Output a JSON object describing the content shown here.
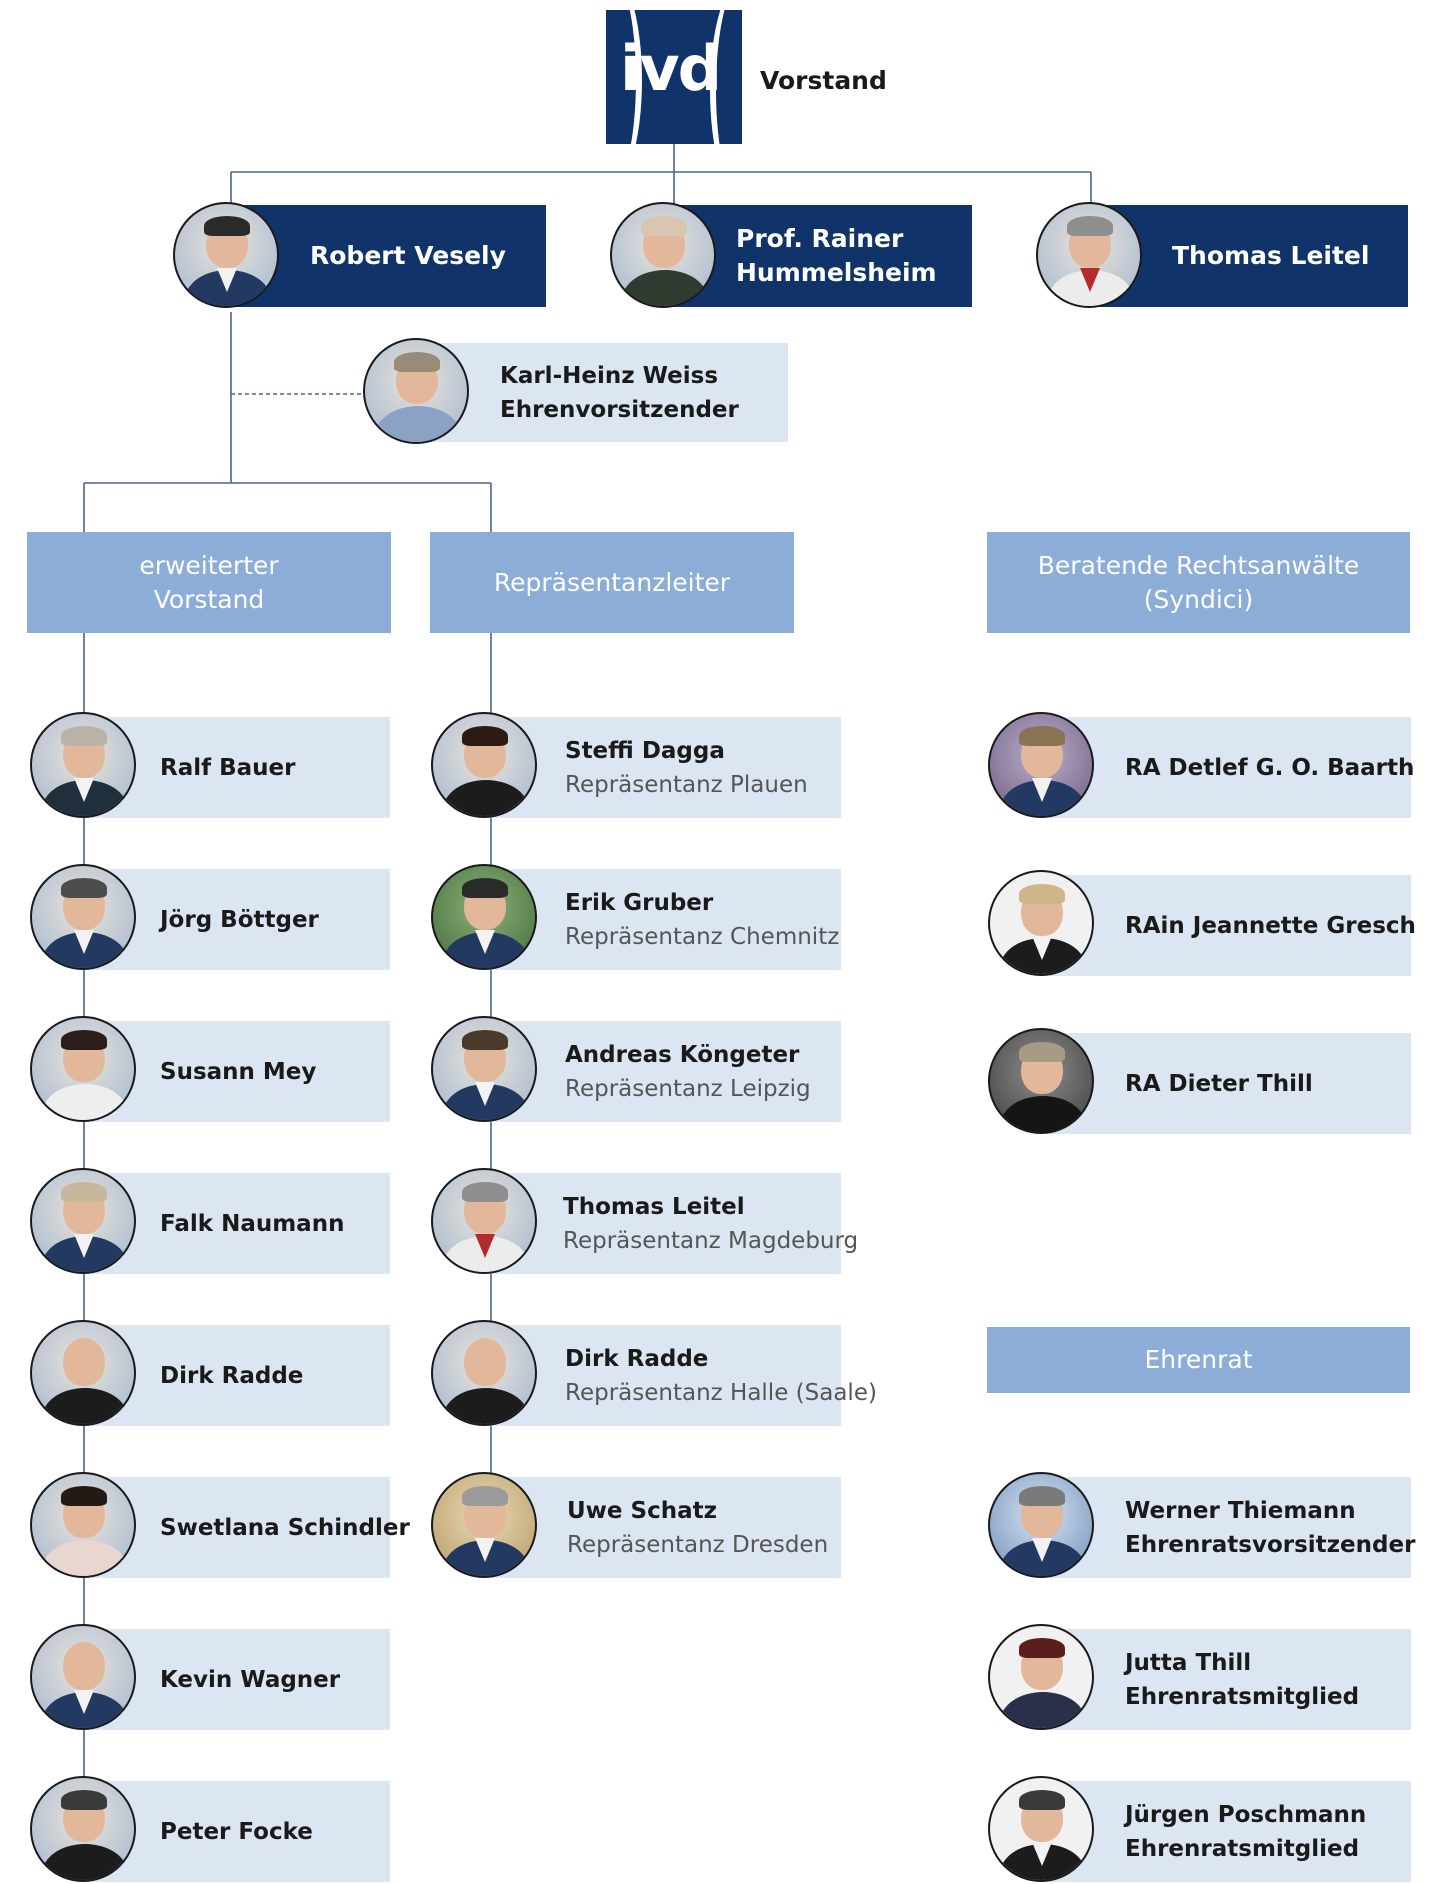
{
  "title": "Vorstand",
  "logo_text": "ivd",
  "colors": {
    "navy": "#10346a",
    "header_blue": "#8dadd9",
    "light_bar": "#dce6f3",
    "line": "#4a6590"
  },
  "board": [
    {
      "name": "Robert Vesely"
    },
    {
      "name_line1": "Prof. Rainer",
      "name_line2": "Hummelsheim"
    },
    {
      "name": "Thomas Leitel"
    }
  ],
  "honorary_chair": {
    "name": "Karl-Heinz Weiss",
    "role": "Ehrenvorsitzender"
  },
  "columns": {
    "erweiterter": {
      "header_line1": "erweiterter",
      "header_line2": "Vorstand"
    },
    "repraesentanz": {
      "header": "Repräsentanzleiter"
    },
    "syndici": {
      "header_line1": "Beratende Rechtsanwälte",
      "header_line2": "(Syndici)"
    },
    "ehrenrat": {
      "header": "Ehrenrat"
    }
  },
  "extended_board": [
    {
      "name": "Ralf Bauer"
    },
    {
      "name": "Jörg Böttger"
    },
    {
      "name": "Susann Mey"
    },
    {
      "name": "Falk Naumann"
    },
    {
      "name": "Dirk Radde"
    },
    {
      "name": "Swetlana Schindler"
    },
    {
      "name": "Kevin Wagner"
    },
    {
      "name": "Peter Focke"
    }
  ],
  "representatives": [
    {
      "name": "Steffi Dagga",
      "office": "Repräsentanz Plauen"
    },
    {
      "name": "Erik Gruber",
      "office": "Repräsentanz Chemnitz"
    },
    {
      "name": "Andreas Köngeter",
      "office": "Repräsentanz Leipzig"
    },
    {
      "name": "Thomas Leitel",
      "office": "Repräsentanz Magdeburg"
    },
    {
      "name": "Dirk Radde",
      "office": "Repräsentanz Halle (Saale)"
    },
    {
      "name": "Uwe Schatz",
      "office": "Repräsentanz Dresden"
    }
  ],
  "lawyers": [
    {
      "name": "RA Detlef G. O. Baarth"
    },
    {
      "name": "RAin Jeannette Gresch"
    },
    {
      "name": "RA Dieter Thill"
    }
  ],
  "honor_council": [
    {
      "name": "Werner Thiemann",
      "role": "Ehrenratsvorsitzender"
    },
    {
      "name": "Jutta Thill",
      "role": "Ehrenratsmitglied"
    },
    {
      "name": "Jürgen Poschmann",
      "role": "Ehrenratsmitglied"
    }
  ]
}
